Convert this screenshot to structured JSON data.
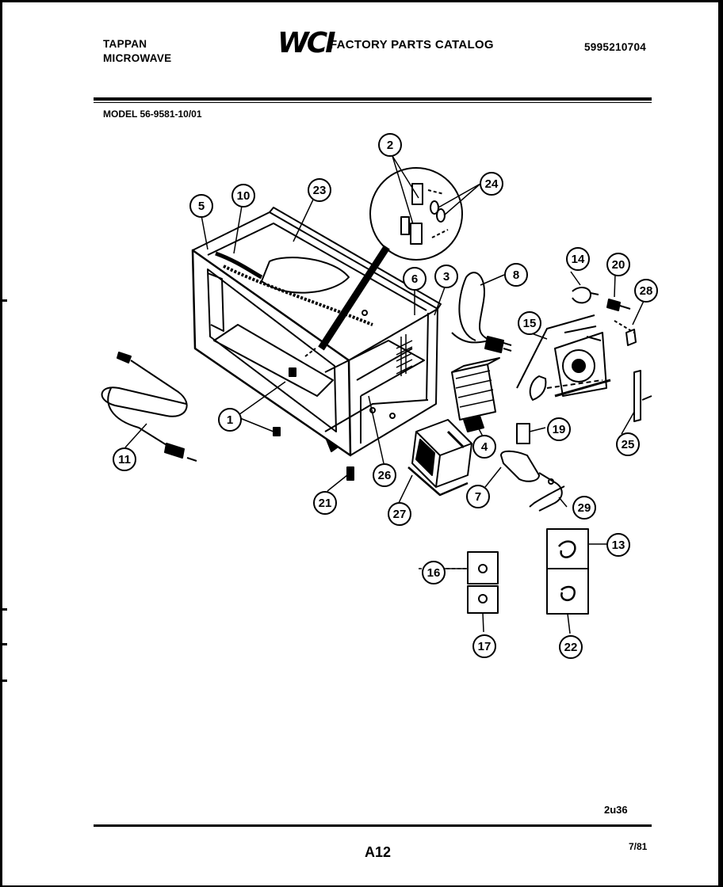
{
  "header": {
    "brand_line1": "TAPPAN",
    "brand_line2": "MICROWAVE",
    "logo_text": "WCI",
    "catalog_title": "FACTORY PARTS CATALOG",
    "part_number": "5995210704"
  },
  "model_label": "MODEL 56-9581-10/01",
  "callouts": [
    "1",
    "2",
    "3",
    "4",
    "5",
    "6",
    "7",
    "8",
    "10",
    "11",
    "13",
    "14",
    "15",
    "16",
    "17",
    "19",
    "20",
    "21",
    "22",
    "23",
    "24",
    "25",
    "26",
    "27",
    "28",
    "29"
  ],
  "footer": {
    "code": "2u36",
    "page": "A12",
    "date": "7/81"
  }
}
